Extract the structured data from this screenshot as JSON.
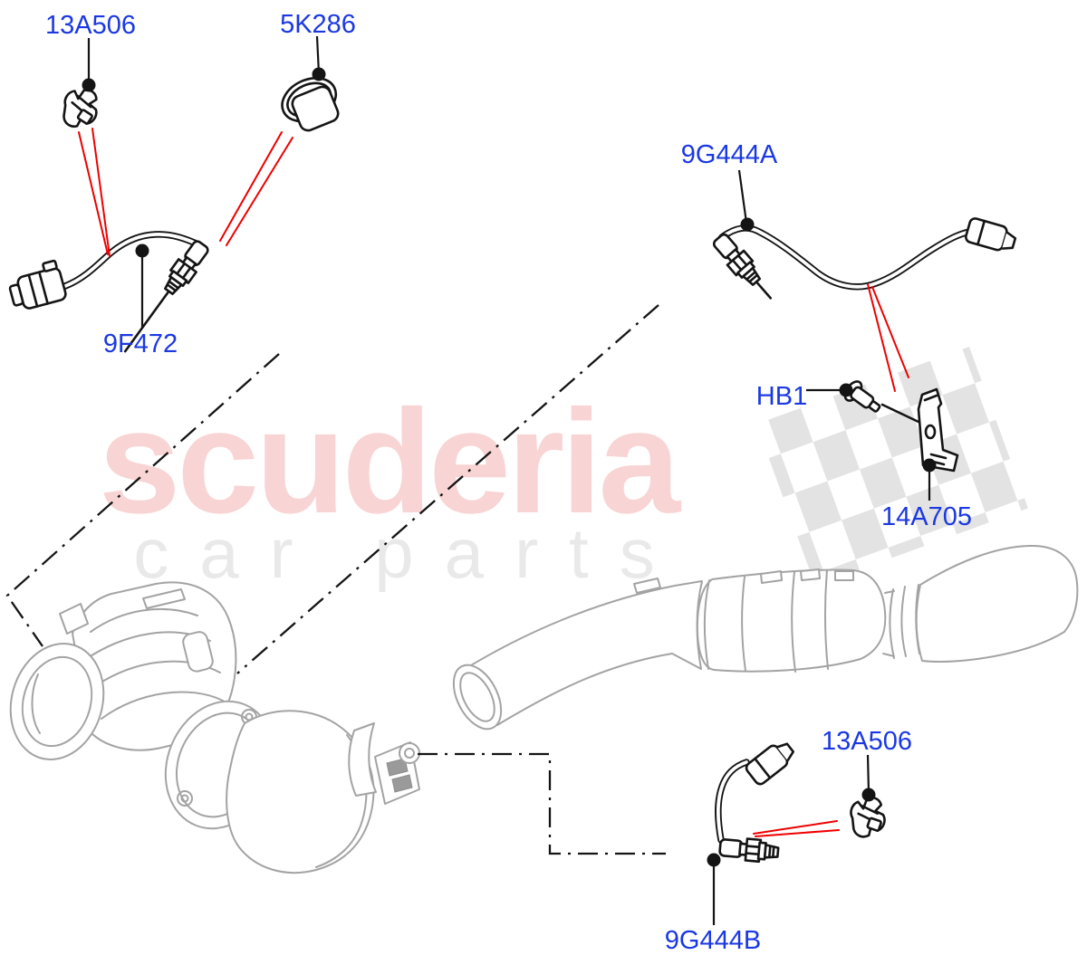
{
  "diagram": {
    "labels": {
      "clip_top": "13A506",
      "gasket": "5K286",
      "o2_sensor_front": "9F472",
      "o2_sensor_mid": "9G444A",
      "bolt": "HB1",
      "bracket": "14A705",
      "clip_bottom": "13A506",
      "o2_sensor_rear": "9G444B"
    },
    "watermark": {
      "brand": "scuderia",
      "tagline": "car parts"
    },
    "colors": {
      "label_blue": "#1b38e2",
      "pointer_red": "#ee0000",
      "drawing_black": "#141414",
      "drawing_gray": "#a3a3a3",
      "watermark_pink": "#f9d4d4",
      "watermark_gray": "#e9e9e9",
      "checker_gray": "#e3e3e3"
    }
  }
}
